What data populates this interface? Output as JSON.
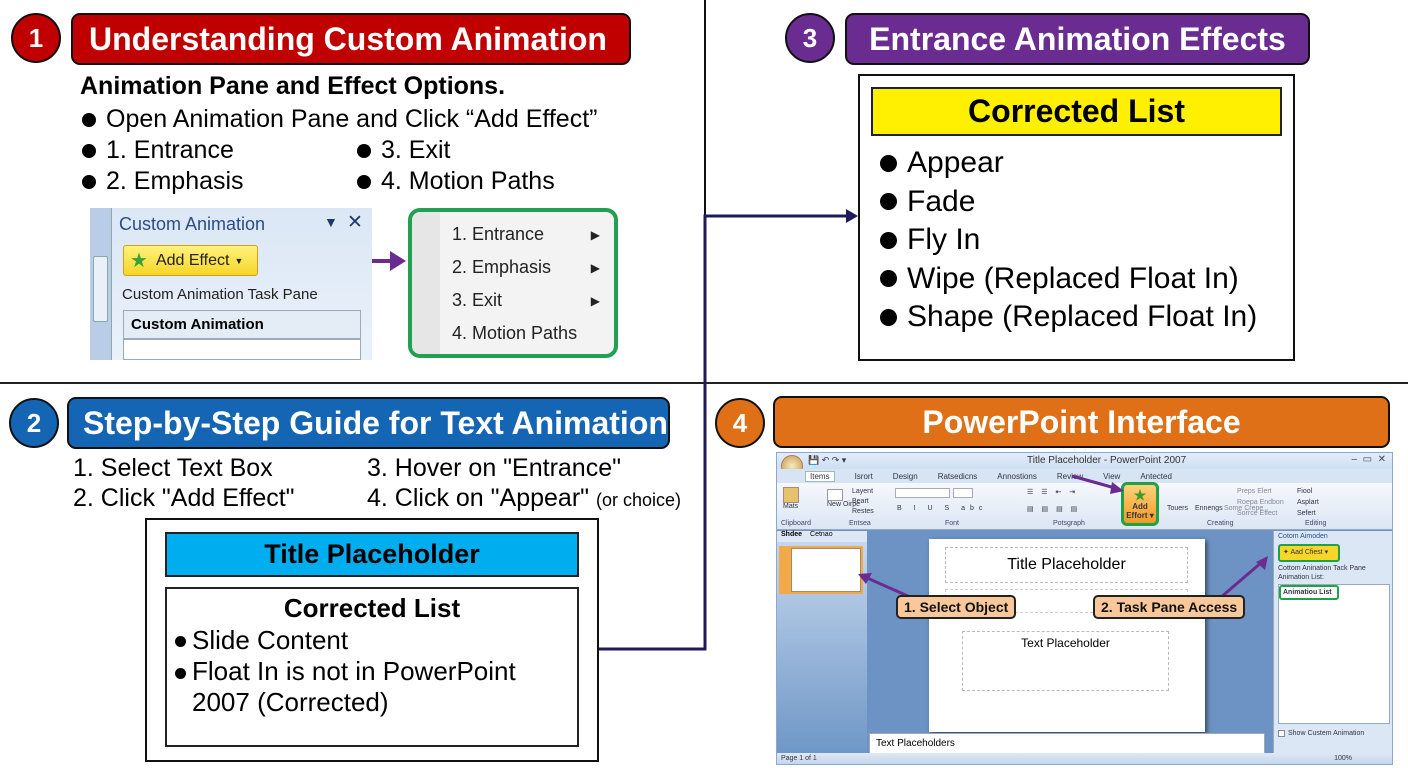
{
  "section1": {
    "number": "1",
    "title": "Understanding Custom Animation",
    "color": "#c00000",
    "subtitle": "Animation Pane and Effect Options.",
    "bullets": [
      "Open Animation Pane and Click “Add Effect”",
      "1. Entrance",
      "2. Emphasis",
      "3. Exit",
      "4. Motion Paths"
    ],
    "pane": {
      "title": "Custom Animation",
      "add_effect": "Add Effect",
      "task_pane_label": "Custom Animation Task Pane",
      "list_header": "Custom Animation"
    },
    "menu": [
      "1. Entrance",
      "2. Emphasis",
      "3. Exit",
      "4. Motion Paths"
    ]
  },
  "section2": {
    "number": "2",
    "title": "Step-by-Step Guide for Text Animation",
    "color": "#1565b5",
    "steps": [
      "1. Select Text Box",
      "2. Click \"Add Effect\"",
      "3. Hover on \"Entrance\"",
      "4. Click on \"Appear\""
    ],
    "step4_note": "(or choice)",
    "slide": {
      "title_placeholder": "Title Placeholder",
      "list_title": "Corrected List",
      "items": [
        "Slide Content",
        "Float In is not in PowerPoint 2007 (Corrected)"
      ]
    }
  },
  "section3": {
    "number": "3",
    "title": "Entrance Animation Effects",
    "color": "#6a2c91",
    "list_title": "Corrected List",
    "items": [
      "Appear",
      "Fade",
      "Fly In",
      "Wipe (Replaced Float In)",
      "Shape (Replaced Float In)"
    ]
  },
  "section4": {
    "number": "4",
    "title": "PowerPoint Interface",
    "color": "#e07018",
    "window_title": "Title Placeholder - PowerPoint 2007",
    "tabs": [
      "Items",
      "Isrort",
      "Design",
      "Ratsedicns",
      "Annostions",
      "Review",
      "View",
      "Antected"
    ],
    "groups": [
      "Clipboard",
      "Entsea",
      "Font",
      "Potsgraph",
      "Creating",
      "Editing"
    ],
    "add_effect": "Add Effort",
    "ribbon_btns": [
      "Mats",
      "New Oirpe",
      "Layent",
      "Beart",
      "Restes",
      "Touers",
      "Ennengs",
      "Some Crepe",
      "Preps Elert",
      "Roepa Endbon",
      "Sorrce Effect",
      "Fiool",
      "Asplart",
      "Sefert"
    ],
    "pane_tabs": [
      "Shdee",
      "Cetnao"
    ],
    "slide_title": "Title Placeholder",
    "slide_text": "Text Placeholder",
    "notes": "Text Placeholders",
    "task_pane": {
      "title": "Cotom Aimoden",
      "add_effect": "Aad Cfiest",
      "label": "Cottom Anination Tack Pane",
      "list_label": "Animation List:",
      "list_header": "Animatiou List",
      "show": "Show Custem Animation"
    },
    "callouts": [
      "1. Select Object",
      "2. Task Pane Access"
    ],
    "status": "Page 1 of 1",
    "zoom": "100%"
  }
}
